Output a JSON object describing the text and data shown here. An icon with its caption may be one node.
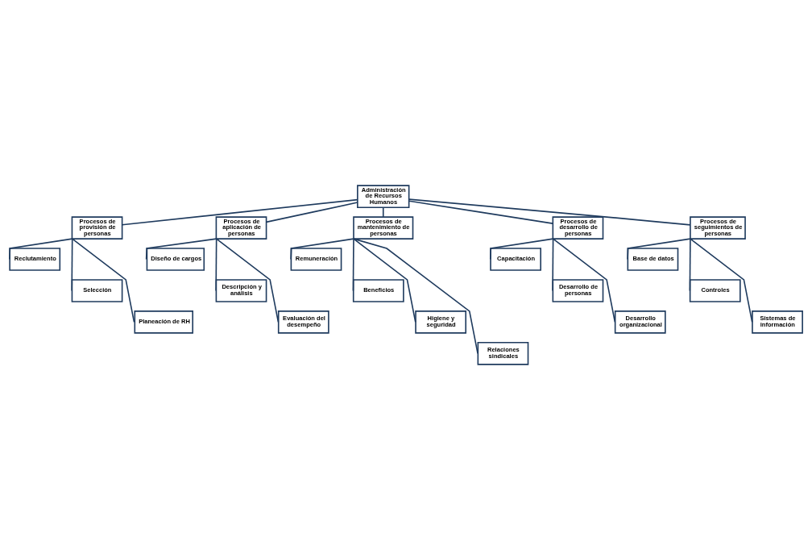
{
  "diagram": {
    "nodes": [
      {
        "text": [
          "Administración de Recursos Humanos"
        ]
      },
      {
        "text": [
          "Procesos de provisión de personas"
        ]
      },
      {
        "text": [
          "Procesos de aplicación de personas"
        ]
      },
      {
        "text": [
          "Procesos de mantenimiento de personas"
        ]
      },
      {
        "text": [
          "Procesos de desarrollo de personas"
        ]
      },
      {
        "text": [
          "Procesos de seguimientos de personas"
        ]
      },
      {
        "text": [
          "Reclutamiento"
        ]
      },
      {
        "text": [
          "Selección"
        ]
      },
      {
        "text": [
          "Planeación de RH"
        ]
      },
      {
        "text": [
          "Diseño de cargos"
        ]
      },
      {
        "text": [
          "Descripción y análisis"
        ]
      },
      {
        "text": [
          "Evaluación del desempeño"
        ]
      },
      {
        "text": [
          "Remuneración"
        ]
      },
      {
        "text": [
          "Beneficios"
        ]
      },
      {
        "text": [
          "Higiene y seguridad"
        ]
      },
      {
        "text": [
          "Relaciones sindicales"
        ]
      },
      {
        "text": [
          "Capacitación"
        ]
      },
      {
        "text": [
          "Desarrollo de personas"
        ]
      },
      {
        "text": [
          "Desarrollo organizacional"
        ]
      },
      {
        "text": [
          "Base de datos"
        ]
      },
      {
        "text": [
          "Controles"
        ]
      },
      {
        "text": [
          "Sistemas de información"
        ]
      }
    ],
    "edges": [
      {
        "from": 0,
        "to": 1,
        "arrow": "none"
      },
      {
        "from": 0,
        "to": 2,
        "arrow": "none"
      },
      {
        "from": 0,
        "to": 3,
        "arrow": "none"
      },
      {
        "from": 0,
        "to": 4,
        "arrow": "none"
      },
      {
        "from": 0,
        "to": 5,
        "arrow": "none"
      },
      {
        "from": 1,
        "to": 6,
        "arrow": "none"
      },
      {
        "from": 1,
        "to": 7,
        "arrow": "none"
      },
      {
        "from": 1,
        "to": 8,
        "arrow": "none"
      },
      {
        "from": 2,
        "to": 9,
        "arrow": "none"
      },
      {
        "from": 2,
        "to": 10,
        "arrow": "none"
      },
      {
        "from": 2,
        "to": 11,
        "arrow": "none"
      },
      {
        "from": 3,
        "to": 12,
        "arrow": "none"
      },
      {
        "from": 3,
        "to": 13,
        "arrow": "none"
      },
      {
        "from": 3,
        "to": 14,
        "arrow": "none"
      },
      {
        "from": 3,
        "to": 15,
        "arrow": "none"
      },
      {
        "from": 4,
        "to": 16,
        "arrow": "none"
      },
      {
        "from": 4,
        "to": 17,
        "arrow": "none"
      },
      {
        "from": 4,
        "to": 18,
        "arrow": "none"
      },
      {
        "from": 5,
        "to": 19,
        "arrow": "none"
      },
      {
        "from": 5,
        "to": 20,
        "arrow": "none"
      },
      {
        "from": 5,
        "to": 21,
        "arrow": "none"
      }
    ]
  }
}
